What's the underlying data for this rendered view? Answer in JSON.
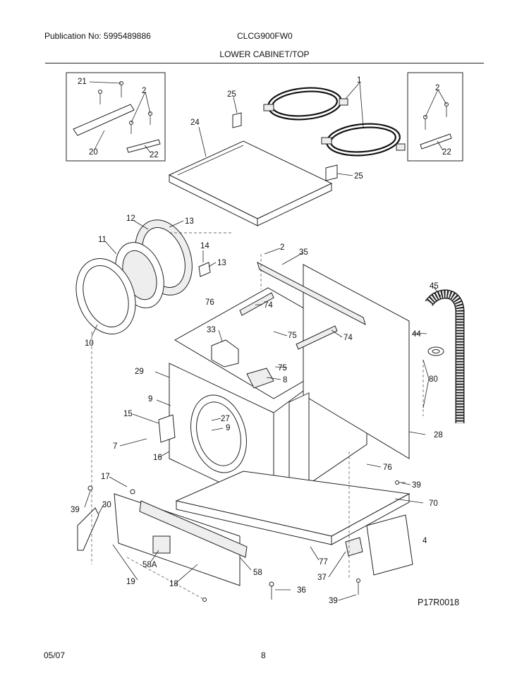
{
  "header": {
    "publication": "Publication No: 5995489886",
    "model": "CLCG900FW0",
    "title": "LOWER CABINET/TOP"
  },
  "footer": {
    "date": "05/07",
    "page": "8"
  },
  "diagram": {
    "reference": "P17R0018",
    "callouts": {
      "c1": "1",
      "c2a": "2",
      "c2b": "2",
      "c2c": "2",
      "c4": "4",
      "c7": "7",
      "c8": "8",
      "c9a": "9",
      "c9b": "9",
      "c10": "10",
      "c11": "11",
      "c12": "12",
      "c13a": "13",
      "c13b": "13",
      "c14": "14",
      "c15": "15",
      "c16": "16",
      "c17": "17",
      "c18": "18",
      "c19": "19",
      "c20": "20",
      "c21": "21",
      "c22a": "22",
      "c22b": "22",
      "c24": "24",
      "c25a": "25",
      "c25b": "25",
      "c27": "27",
      "c28": "28",
      "c29": "29",
      "c30": "30",
      "c33": "33",
      "c35": "35",
      "c36": "36",
      "c37": "37",
      "c39a": "39",
      "c39b": "39",
      "c39c": "39",
      "c44": "44",
      "c45": "45",
      "c58": "58",
      "c58a": "58A",
      "c70": "70",
      "c74a": "74",
      "c74b": "74",
      "c75a": "75",
      "c75b": "75",
      "c76a": "76",
      "c76b": "76",
      "c77": "77",
      "c80": "80"
    }
  }
}
